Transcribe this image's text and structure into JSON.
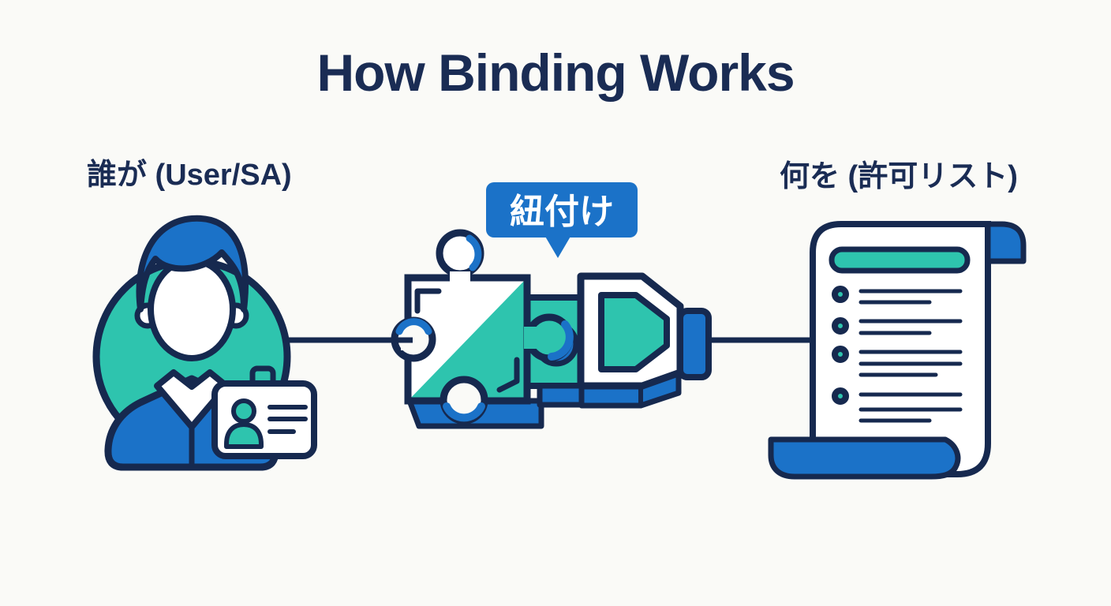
{
  "header": {
    "title": "How Binding Works"
  },
  "diagram": {
    "who": {
      "label": "誰が (User/SA)",
      "icons": [
        "user-avatar-icon",
        "id-card-icon"
      ]
    },
    "binding": {
      "label": "紐付け",
      "icons": [
        "speech-bubble",
        "puzzle-piece-icon",
        "connector-plug-icon"
      ]
    },
    "what": {
      "label": "何を (許可リスト)",
      "icons": [
        "scroll-document-icon"
      ],
      "permission_list": {
        "header_bar": "teal-pill",
        "bullet_count": 4,
        "line_groups": [
          [
            "long",
            "short"
          ],
          [
            "long",
            "short"
          ],
          [
            "long",
            "long",
            "medium"
          ],
          [
            "long",
            "long",
            "short"
          ]
        ]
      }
    },
    "connectors": [
      "line-who-to-binding",
      "line-binding-to-what"
    ]
  },
  "colors": {
    "background": "#FAFAF7",
    "navy_outline": "#16294F",
    "text_navy": "#1A2C54",
    "blue": "#1B72C8",
    "teal": "#2EC4AE",
    "white": "#FFFFFF"
  }
}
